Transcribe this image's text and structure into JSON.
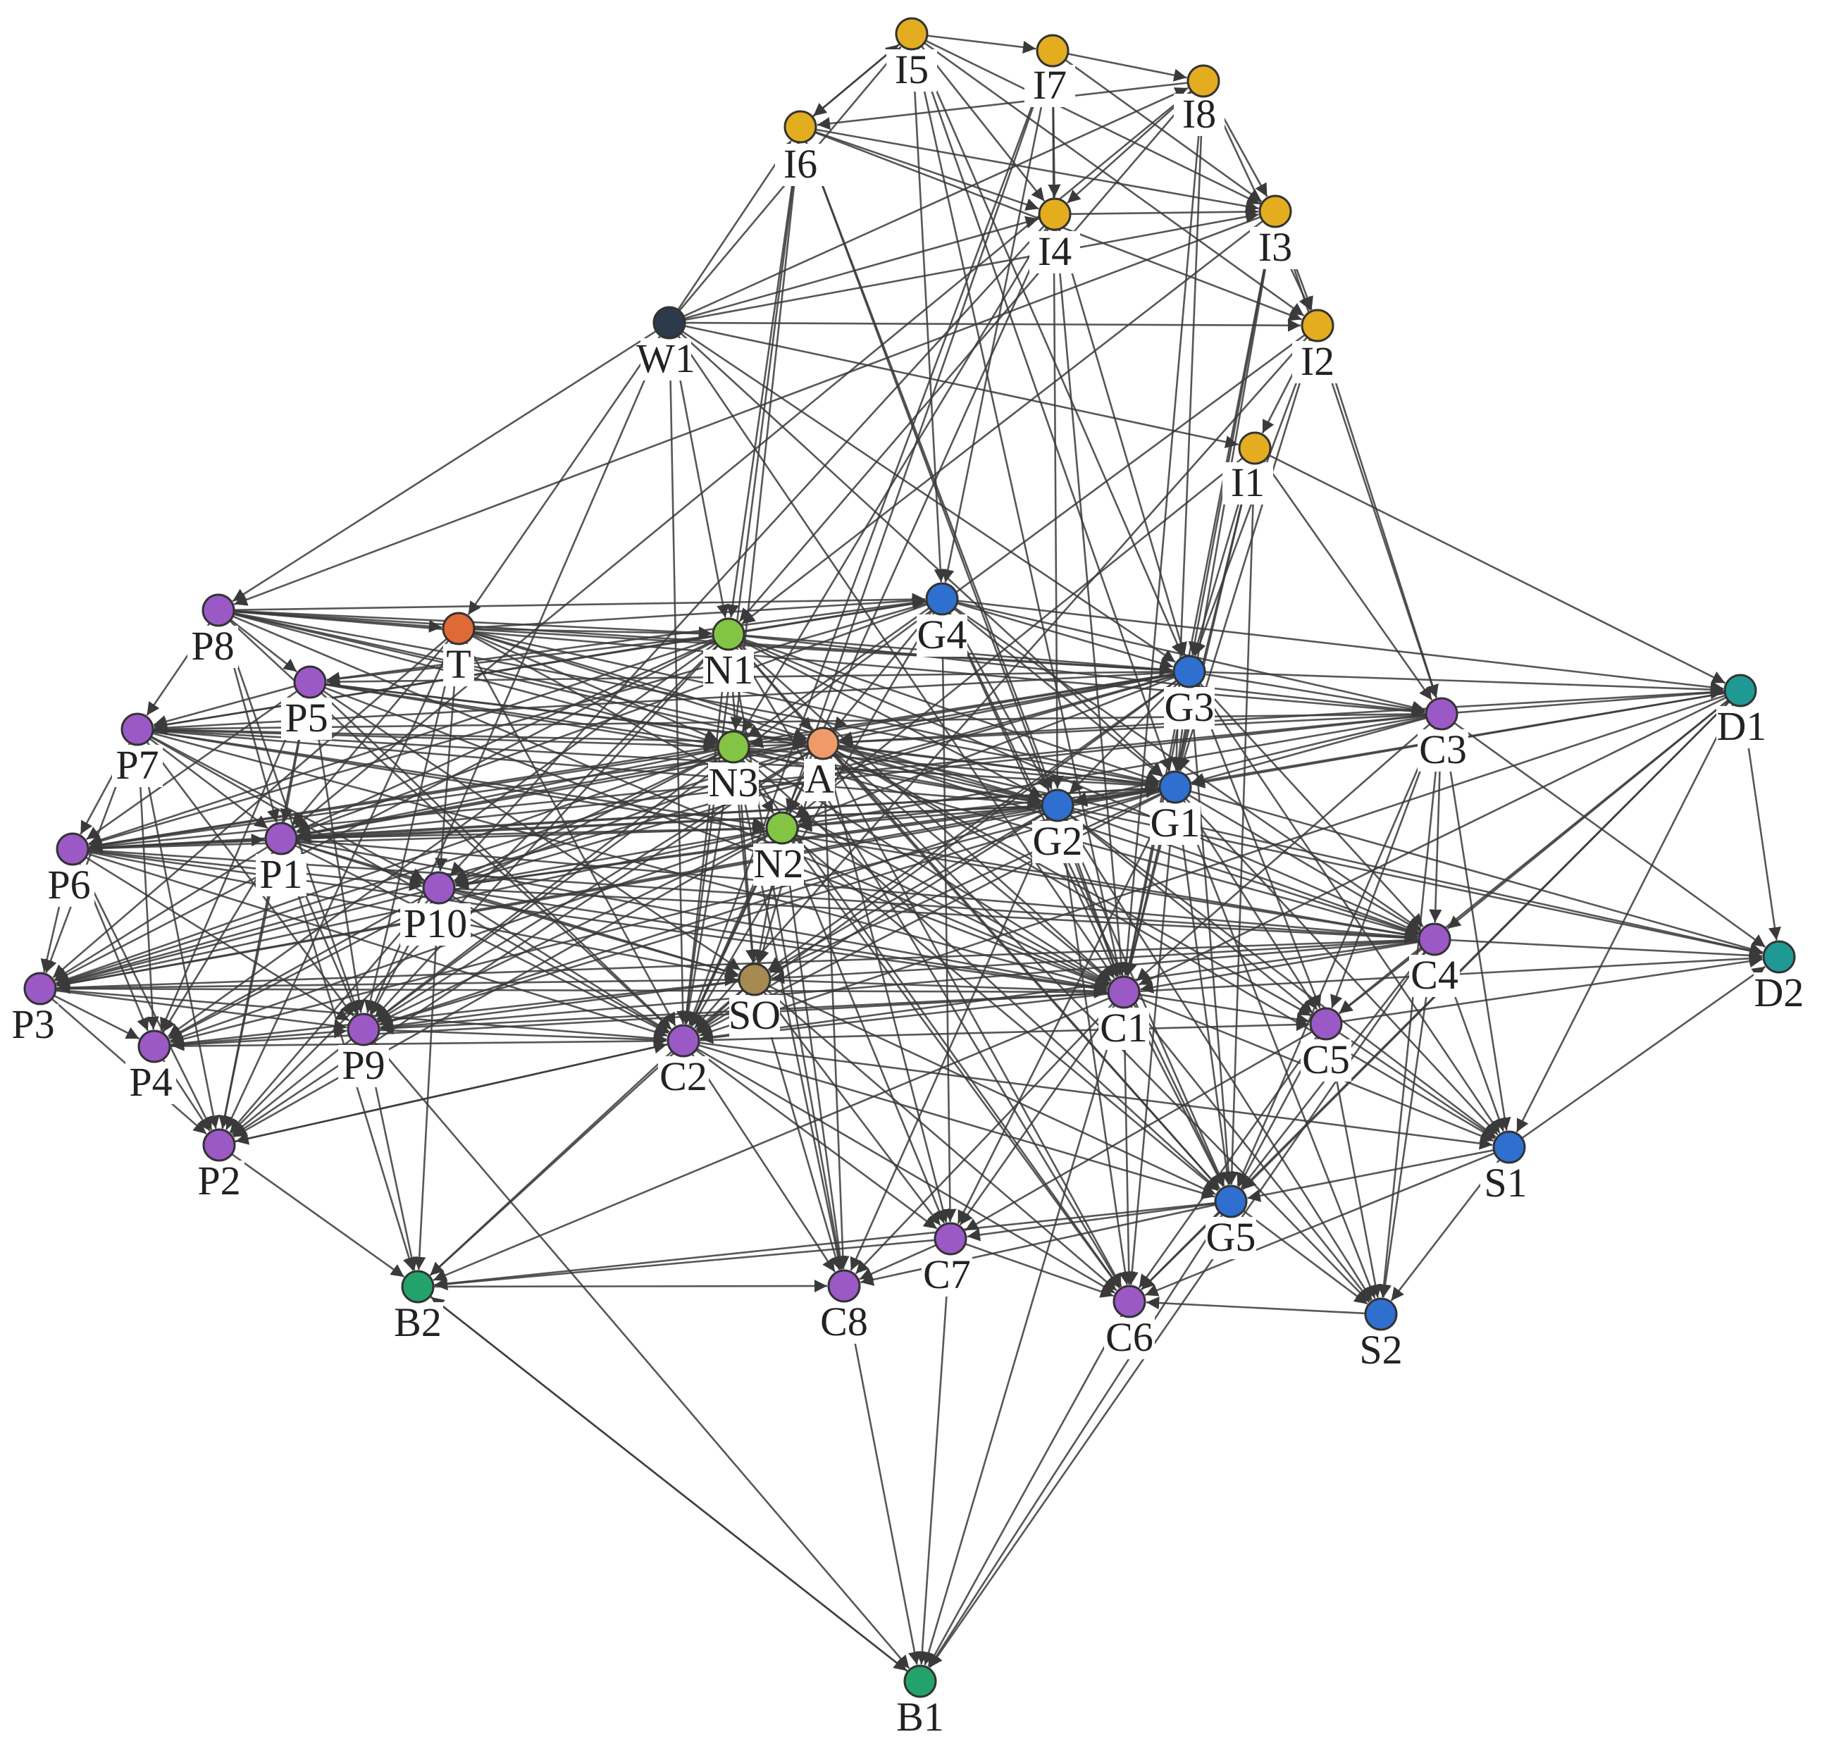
{
  "colors": {
    "edge": "#3a3a3a",
    "industry": "#e3ad1f",
    "government": "#2f6fcf",
    "npo": "#84c444",
    "community": "#9b59c6",
    "public": "#9b59c6",
    "donor": "#1f9994",
    "bank": "#23a36b",
    "academia": "#f09a6a",
    "think_tank": "#e06a36",
    "social_org": "#a68a52",
    "world": "#2d3a4a"
  },
  "nodes": [
    {
      "id": "I5",
      "label": "I5",
      "color": "#e3ad1f"
    },
    {
      "id": "I7",
      "label": "I7",
      "color": "#e3ad1f"
    },
    {
      "id": "I8",
      "label": "I8",
      "color": "#e3ad1f"
    },
    {
      "id": "I6",
      "label": "I6",
      "color": "#e3ad1f"
    },
    {
      "id": "I4",
      "label": "I4",
      "color": "#e3ad1f"
    },
    {
      "id": "I3",
      "label": "I3",
      "color": "#e3ad1f"
    },
    {
      "id": "I2",
      "label": "I2",
      "color": "#e3ad1f"
    },
    {
      "id": "I1",
      "label": "I1",
      "color": "#e3ad1f"
    },
    {
      "id": "W1",
      "label": "W1",
      "color": "#2d3a4a"
    },
    {
      "id": "P8",
      "label": "P8",
      "color": "#9b59c6"
    },
    {
      "id": "T",
      "label": "T",
      "color": "#e06a36"
    },
    {
      "id": "N1",
      "label": "N1",
      "color": "#84c444"
    },
    {
      "id": "G4",
      "label": "G4",
      "color": "#2f6fcf"
    },
    {
      "id": "G3",
      "label": "G3",
      "color": "#2f6fcf"
    },
    {
      "id": "C3",
      "label": "C3",
      "color": "#9b59c6"
    },
    {
      "id": "D1",
      "label": "D1",
      "color": "#1f9994"
    },
    {
      "id": "P5",
      "label": "P5",
      "color": "#9b59c6"
    },
    {
      "id": "P7",
      "label": "P7",
      "color": "#9b59c6"
    },
    {
      "id": "N3",
      "label": "N3",
      "color": "#84c444"
    },
    {
      "id": "A",
      "label": "A",
      "color": "#f09a6a"
    },
    {
      "id": "G2",
      "label": "G2",
      "color": "#2f6fcf"
    },
    {
      "id": "G1",
      "label": "G1",
      "color": "#2f6fcf"
    },
    {
      "id": "P6",
      "label": "P6",
      "color": "#9b59c6"
    },
    {
      "id": "P1",
      "label": "P1",
      "color": "#9b59c6"
    },
    {
      "id": "N2",
      "label": "N2",
      "color": "#84c444"
    },
    {
      "id": "P10",
      "label": "P10",
      "color": "#9b59c6"
    },
    {
      "id": "C4",
      "label": "C4",
      "color": "#9b59c6"
    },
    {
      "id": "D2",
      "label": "D2",
      "color": "#1f9994"
    },
    {
      "id": "P3",
      "label": "P3",
      "color": "#9b59c6"
    },
    {
      "id": "SO",
      "label": "SO",
      "color": "#a68a52"
    },
    {
      "id": "C1",
      "label": "C1",
      "color": "#9b59c6"
    },
    {
      "id": "P4",
      "label": "P4",
      "color": "#9b59c6"
    },
    {
      "id": "P9",
      "label": "P9",
      "color": "#9b59c6"
    },
    {
      "id": "C2",
      "label": "C2",
      "color": "#9b59c6"
    },
    {
      "id": "C5",
      "label": "C5",
      "color": "#9b59c6"
    },
    {
      "id": "P2",
      "label": "P2",
      "color": "#9b59c6"
    },
    {
      "id": "S1",
      "label": "S1",
      "color": "#2f6fcf"
    },
    {
      "id": "G5",
      "label": "G5",
      "color": "#2f6fcf"
    },
    {
      "id": "C7",
      "label": "C7",
      "color": "#9b59c6"
    },
    {
      "id": "B2",
      "label": "B2",
      "color": "#23a36b"
    },
    {
      "id": "C8",
      "label": "C8",
      "color": "#9b59c6"
    },
    {
      "id": "C6",
      "label": "C6",
      "color": "#9b59c6"
    },
    {
      "id": "S2",
      "label": "S2",
      "color": "#2f6fcf"
    },
    {
      "id": "B1",
      "label": "B1",
      "color": "#23a36b"
    }
  ],
  "edges": [
    [
      "I5",
      "I7"
    ],
    [
      "I7",
      "I8"
    ],
    [
      "I5",
      "I6"
    ],
    [
      "I6",
      "I5"
    ],
    [
      "I8",
      "I3"
    ],
    [
      "I7",
      "I4"
    ],
    [
      "I4",
      "I3"
    ],
    [
      "I3",
      "I2"
    ],
    [
      "I2",
      "I1"
    ],
    [
      "I6",
      "I4"
    ],
    [
      "I6",
      "I3"
    ],
    [
      "I5",
      "I4"
    ],
    [
      "I7",
      "I3"
    ],
    [
      "I8",
      "I4"
    ],
    [
      "I6",
      "I2"
    ],
    [
      "I5",
      "I2"
    ],
    [
      "I8",
      "I2"
    ],
    [
      "I8",
      "I6"
    ],
    [
      "I5",
      "I3"
    ],
    [
      "W1",
      "I2"
    ],
    [
      "W1",
      "I3"
    ],
    [
      "W1",
      "I1"
    ],
    [
      "W1",
      "I5"
    ],
    [
      "W1",
      "I6"
    ],
    [
      "W1",
      "I4"
    ],
    [
      "W1",
      "I8"
    ],
    [
      "W1",
      "P8"
    ],
    [
      "W1",
      "T"
    ],
    [
      "W1",
      "N1"
    ],
    [
      "W1",
      "P9"
    ],
    [
      "W1",
      "G3"
    ],
    [
      "W1",
      "C1"
    ],
    [
      "W1",
      "G1"
    ],
    [
      "W1",
      "C2"
    ],
    [
      "I6",
      "N1"
    ],
    [
      "I6",
      "N3"
    ],
    [
      "I6",
      "C2"
    ],
    [
      "I6",
      "G2"
    ],
    [
      "I6",
      "C1"
    ],
    [
      "I5",
      "G4"
    ],
    [
      "I5",
      "G3"
    ],
    [
      "I5",
      "G1"
    ],
    [
      "I5",
      "C1"
    ],
    [
      "I7",
      "G4"
    ],
    [
      "I7",
      "G2"
    ],
    [
      "I7",
      "C2"
    ],
    [
      "I7",
      "N2"
    ],
    [
      "I8",
      "G1"
    ],
    [
      "I8",
      "C1"
    ],
    [
      "I8",
      "N1"
    ],
    [
      "I8",
      "P1"
    ],
    [
      "I4",
      "G3"
    ],
    [
      "I4",
      "C1"
    ],
    [
      "I4",
      "N3"
    ],
    [
      "I4",
      "P10"
    ],
    [
      "I4",
      "C2"
    ],
    [
      "I3",
      "G3"
    ],
    [
      "I3",
      "G1"
    ],
    [
      "I3",
      "C1"
    ],
    [
      "I3",
      "N1"
    ],
    [
      "I3",
      "P8"
    ],
    [
      "I3",
      "C3"
    ],
    [
      "I2",
      "G3"
    ],
    [
      "I2",
      "G1"
    ],
    [
      "I2",
      "C3"
    ],
    [
      "I2",
      "C2"
    ],
    [
      "I2",
      "P9"
    ],
    [
      "I1",
      "G3"
    ],
    [
      "I1",
      "G1"
    ],
    [
      "I1",
      "G5"
    ],
    [
      "I1",
      "C3"
    ],
    [
      "I1",
      "D1"
    ],
    [
      "I1",
      "N2"
    ],
    [
      "I1",
      "C1"
    ],
    [
      "P8",
      "T"
    ],
    [
      "P8",
      "N1"
    ],
    [
      "P8",
      "G4"
    ],
    [
      "P8",
      "G3"
    ],
    [
      "P8",
      "A"
    ],
    [
      "P8",
      "N3"
    ],
    [
      "P8",
      "G2"
    ],
    [
      "P8",
      "G1"
    ],
    [
      "P8",
      "C3"
    ],
    [
      "P8",
      "C1"
    ],
    [
      "P8",
      "C2"
    ],
    [
      "P8",
      "P5"
    ],
    [
      "P8",
      "P7"
    ],
    [
      "P8",
      "P1"
    ],
    [
      "P8",
      "P9"
    ],
    [
      "T",
      "N1"
    ],
    [
      "T",
      "G4"
    ],
    [
      "T",
      "G3"
    ],
    [
      "T",
      "N3"
    ],
    [
      "T",
      "A"
    ],
    [
      "T",
      "G2"
    ],
    [
      "T",
      "G1"
    ],
    [
      "T",
      "P1"
    ],
    [
      "T",
      "P10"
    ],
    [
      "T",
      "C2"
    ],
    [
      "T",
      "C1"
    ],
    [
      "T",
      "P9"
    ],
    [
      "T",
      "P2"
    ],
    [
      "T",
      "P3"
    ],
    [
      "N1",
      "G4"
    ],
    [
      "N1",
      "G3"
    ],
    [
      "N1",
      "A"
    ],
    [
      "N1",
      "G2"
    ],
    [
      "N1",
      "G1"
    ],
    [
      "N1",
      "C3"
    ],
    [
      "N1",
      "C4"
    ],
    [
      "N1",
      "C1"
    ],
    [
      "N1",
      "C2"
    ],
    [
      "N1",
      "SO"
    ],
    [
      "N1",
      "P5"
    ],
    [
      "N1",
      "P7"
    ],
    [
      "N1",
      "P6"
    ],
    [
      "N1",
      "P1"
    ],
    [
      "N1",
      "P3"
    ],
    [
      "N1",
      "P4"
    ],
    [
      "N1",
      "P9"
    ],
    [
      "N1",
      "P2"
    ],
    [
      "N1",
      "G5"
    ],
    [
      "N1",
      "C6"
    ],
    [
      "N1",
      "C8"
    ],
    [
      "G4",
      "G3"
    ],
    [
      "G4",
      "G2"
    ],
    [
      "G4",
      "G1"
    ],
    [
      "G4",
      "C3"
    ],
    [
      "G4",
      "D1"
    ],
    [
      "G4",
      "C1"
    ],
    [
      "G4",
      "C4"
    ],
    [
      "G4",
      "N3"
    ],
    [
      "G4",
      "A"
    ],
    [
      "G4",
      "P5"
    ],
    [
      "G4",
      "P7"
    ],
    [
      "G4",
      "P1"
    ],
    [
      "G4",
      "P6"
    ],
    [
      "G4",
      "C2"
    ],
    [
      "G4",
      "G5"
    ],
    [
      "G4",
      "C7"
    ],
    [
      "G3",
      "C3"
    ],
    [
      "G3",
      "D1"
    ],
    [
      "G3",
      "G1"
    ],
    [
      "G3",
      "G2"
    ],
    [
      "G3",
      "A"
    ],
    [
      "G3",
      "N3"
    ],
    [
      "G3",
      "N2"
    ],
    [
      "G3",
      "P7"
    ],
    [
      "G3",
      "P5"
    ],
    [
      "G3",
      "P6"
    ],
    [
      "G3",
      "P1"
    ],
    [
      "G3",
      "C1"
    ],
    [
      "G3",
      "C4"
    ],
    [
      "G3",
      "G5"
    ],
    [
      "G3",
      "S1"
    ],
    [
      "G3",
      "C5"
    ],
    [
      "G3",
      "P10"
    ],
    [
      "G3",
      "SO"
    ],
    [
      "G3",
      "C2"
    ],
    [
      "G3",
      "P3"
    ],
    [
      "C3",
      "D1"
    ],
    [
      "C3",
      "D2"
    ],
    [
      "C3",
      "G1"
    ],
    [
      "C3",
      "G2"
    ],
    [
      "C3",
      "C4"
    ],
    [
      "C3",
      "S1"
    ],
    [
      "C3",
      "S2"
    ],
    [
      "C3",
      "C1"
    ],
    [
      "C3",
      "G5"
    ],
    [
      "C3",
      "P7"
    ],
    [
      "C3",
      "P6"
    ],
    [
      "C3",
      "A"
    ],
    [
      "C3",
      "N2"
    ],
    [
      "C3",
      "P1"
    ],
    [
      "C3",
      "C5"
    ],
    [
      "D1",
      "D2"
    ],
    [
      "D1",
      "G1"
    ],
    [
      "D1",
      "G2"
    ],
    [
      "D1",
      "C1"
    ],
    [
      "D1",
      "C4"
    ],
    [
      "D1",
      "S1"
    ],
    [
      "D1",
      "C2"
    ],
    [
      "D1",
      "G5"
    ],
    [
      "D1",
      "C5"
    ],
    [
      "D1",
      "A"
    ],
    [
      "D1",
      "C6"
    ],
    [
      "P5",
      "P7"
    ],
    [
      "P5",
      "P1"
    ],
    [
      "P5",
      "N3"
    ],
    [
      "P5",
      "A"
    ],
    [
      "P5",
      "G2"
    ],
    [
      "P5",
      "G1"
    ],
    [
      "P5",
      "C1"
    ],
    [
      "P5",
      "P9"
    ],
    [
      "P5",
      "P2"
    ],
    [
      "P5",
      "P4"
    ],
    [
      "P5",
      "SO"
    ],
    [
      "P5",
      "C2"
    ],
    [
      "P5",
      "P6"
    ],
    [
      "P7",
      "P6"
    ],
    [
      "P7",
      "P1"
    ],
    [
      "P7",
      "N3"
    ],
    [
      "P7",
      "A"
    ],
    [
      "P7",
      "G1"
    ],
    [
      "P7",
      "G2"
    ],
    [
      "P7",
      "N2"
    ],
    [
      "P7",
      "P10"
    ],
    [
      "P7",
      "P9"
    ],
    [
      "P7",
      "P2"
    ],
    [
      "P7",
      "P3"
    ],
    [
      "P7",
      "C2"
    ],
    [
      "P7",
      "C4"
    ],
    [
      "P7",
      "C1"
    ],
    [
      "P7",
      "P4"
    ],
    [
      "N3",
      "A"
    ],
    [
      "N3",
      "G2"
    ],
    [
      "N3",
      "G1"
    ],
    [
      "N3",
      "N2"
    ],
    [
      "N3",
      "P1"
    ],
    [
      "N3",
      "P6"
    ],
    [
      "N3",
      "P10"
    ],
    [
      "N3",
      "C4"
    ],
    [
      "N3",
      "C1"
    ],
    [
      "N3",
      "C2"
    ],
    [
      "N3",
      "SO"
    ],
    [
      "N3",
      "P3"
    ],
    [
      "N3",
      "P9"
    ],
    [
      "N3",
      "P4"
    ],
    [
      "N3",
      "C8"
    ],
    [
      "N3",
      "G5"
    ],
    [
      "N3",
      "C6"
    ],
    [
      "A",
      "G2"
    ],
    [
      "A",
      "G1"
    ],
    [
      "A",
      "N2"
    ],
    [
      "A",
      "P1"
    ],
    [
      "A",
      "P6"
    ],
    [
      "A",
      "P10"
    ],
    [
      "A",
      "C4"
    ],
    [
      "A",
      "C1"
    ],
    [
      "A",
      "C2"
    ],
    [
      "A",
      "SO"
    ],
    [
      "A",
      "P3"
    ],
    [
      "A",
      "P9"
    ],
    [
      "A",
      "P2"
    ],
    [
      "A",
      "C8"
    ],
    [
      "A",
      "C7"
    ],
    [
      "A",
      "C6"
    ],
    [
      "A",
      "G5"
    ],
    [
      "A",
      "S1"
    ],
    [
      "A",
      "S2"
    ],
    [
      "A",
      "C5"
    ],
    [
      "A",
      "D2"
    ],
    [
      "G2",
      "G1"
    ],
    [
      "G2",
      "C4"
    ],
    [
      "G2",
      "C1"
    ],
    [
      "G2",
      "D2"
    ],
    [
      "G2",
      "P1"
    ],
    [
      "G2",
      "P6"
    ],
    [
      "G2",
      "P10"
    ],
    [
      "G2",
      "N2"
    ],
    [
      "G2",
      "C2"
    ],
    [
      "G2",
      "SO"
    ],
    [
      "G2",
      "C5"
    ],
    [
      "G2",
      "G5"
    ],
    [
      "G2",
      "S1"
    ],
    [
      "G2",
      "C6"
    ],
    [
      "G2",
      "C8"
    ],
    [
      "G2",
      "P9"
    ],
    [
      "G2",
      "P3"
    ],
    [
      "G2",
      "S2"
    ],
    [
      "G1",
      "C4"
    ],
    [
      "G1",
      "D2"
    ],
    [
      "G1",
      "C1"
    ],
    [
      "G1",
      "N2"
    ],
    [
      "G1",
      "P1"
    ],
    [
      "G1",
      "P6"
    ],
    [
      "G1",
      "P10"
    ],
    [
      "G1",
      "C2"
    ],
    [
      "G1",
      "SO"
    ],
    [
      "G1",
      "C5"
    ],
    [
      "G1",
      "G5"
    ],
    [
      "G1",
      "S1"
    ],
    [
      "G1",
      "S2"
    ],
    [
      "G1",
      "C6"
    ],
    [
      "G1",
      "C7"
    ],
    [
      "G1",
      "P9"
    ],
    [
      "G1",
      "P3"
    ],
    [
      "G1",
      "P4"
    ],
    [
      "P6",
      "P1"
    ],
    [
      "P6",
      "P3"
    ],
    [
      "P6",
      "P10"
    ],
    [
      "P6",
      "N2"
    ],
    [
      "P6",
      "C1"
    ],
    [
      "P6",
      "C2"
    ],
    [
      "P6",
      "P9"
    ],
    [
      "P6",
      "P4"
    ],
    [
      "P6",
      "P2"
    ],
    [
      "P6",
      "C4"
    ],
    [
      "P6",
      "SO"
    ],
    [
      "P1",
      "N2"
    ],
    [
      "P1",
      "P10"
    ],
    [
      "P1",
      "P3"
    ],
    [
      "P1",
      "P4"
    ],
    [
      "P1",
      "P9"
    ],
    [
      "P1",
      "P2"
    ],
    [
      "P1",
      "C2"
    ],
    [
      "P1",
      "SO"
    ],
    [
      "P1",
      "C1"
    ],
    [
      "P1",
      "C4"
    ],
    [
      "P1",
      "B2"
    ],
    [
      "N2",
      "P10"
    ],
    [
      "N2",
      "C4"
    ],
    [
      "N2",
      "C1"
    ],
    [
      "N2",
      "SO"
    ],
    [
      "N2",
      "C2"
    ],
    [
      "N2",
      "P9"
    ],
    [
      "N2",
      "P3"
    ],
    [
      "N2",
      "C8"
    ],
    [
      "N2",
      "C7"
    ],
    [
      "N2",
      "C6"
    ],
    [
      "N2",
      "G5"
    ],
    [
      "N2",
      "P4"
    ],
    [
      "N2",
      "P2"
    ],
    [
      "P10",
      "P3"
    ],
    [
      "P10",
      "P4"
    ],
    [
      "P10",
      "P9"
    ],
    [
      "P10",
      "P2"
    ],
    [
      "P10",
      "C2"
    ],
    [
      "P10",
      "SO"
    ],
    [
      "P10",
      "C1"
    ],
    [
      "P10",
      "C4"
    ],
    [
      "P10",
      "B2"
    ],
    [
      "C4",
      "D2"
    ],
    [
      "C4",
      "C1"
    ],
    [
      "C4",
      "S1"
    ],
    [
      "C4",
      "S2"
    ],
    [
      "C4",
      "C5"
    ],
    [
      "C4",
      "G5"
    ],
    [
      "C4",
      "SO"
    ],
    [
      "C4",
      "C2"
    ],
    [
      "C4",
      "P3"
    ],
    [
      "C4",
      "P9"
    ],
    [
      "P3",
      "P4"
    ],
    [
      "P3",
      "P9"
    ],
    [
      "P3",
      "P2"
    ],
    [
      "P3",
      "C2"
    ],
    [
      "P3",
      "SO"
    ],
    [
      "P3",
      "C1"
    ],
    [
      "SO",
      "C1"
    ],
    [
      "SO",
      "C2"
    ],
    [
      "SO",
      "C8"
    ],
    [
      "SO",
      "C7"
    ],
    [
      "SO",
      "C6"
    ],
    [
      "SO",
      "G5"
    ],
    [
      "SO",
      "P9"
    ],
    [
      "SO",
      "P4"
    ],
    [
      "SO",
      "B2"
    ],
    [
      "C1",
      "C2"
    ],
    [
      "C1",
      "C5"
    ],
    [
      "C1",
      "G5"
    ],
    [
      "C1",
      "S1"
    ],
    [
      "C1",
      "S2"
    ],
    [
      "C1",
      "C6"
    ],
    [
      "C1",
      "C7"
    ],
    [
      "C1",
      "C8"
    ],
    [
      "C1",
      "D2"
    ],
    [
      "C1",
      "P9"
    ],
    [
      "C1",
      "B2"
    ],
    [
      "C1",
      "B1"
    ],
    [
      "C1",
      "P4"
    ],
    [
      "P4",
      "P9"
    ],
    [
      "P4",
      "P2"
    ],
    [
      "P4",
      "C2"
    ],
    [
      "P9",
      "P2"
    ],
    [
      "P9",
      "C2"
    ],
    [
      "P9",
      "B2"
    ],
    [
      "P9",
      "B1"
    ],
    [
      "C2",
      "B2"
    ],
    [
      "C2",
      "C8"
    ],
    [
      "C2",
      "C7"
    ],
    [
      "C2",
      "C6"
    ],
    [
      "C2",
      "G5"
    ],
    [
      "C2",
      "P2"
    ],
    [
      "C2",
      "S1"
    ],
    [
      "C2",
      "C5"
    ],
    [
      "C5",
      "S1"
    ],
    [
      "C5",
      "S2"
    ],
    [
      "C5",
      "G5"
    ],
    [
      "C5",
      "C6"
    ],
    [
      "C5",
      "C7"
    ],
    [
      "C5",
      "D2"
    ],
    [
      "P2",
      "B2"
    ],
    [
      "P2",
      "C2"
    ],
    [
      "S1",
      "S2"
    ],
    [
      "S1",
      "G5"
    ],
    [
      "S1",
      "D2"
    ],
    [
      "S1",
      "C6"
    ],
    [
      "G5",
      "S2"
    ],
    [
      "G5",
      "C6"
    ],
    [
      "G5",
      "C7"
    ],
    [
      "G5",
      "C8"
    ],
    [
      "G5",
      "B2"
    ],
    [
      "G5",
      "B1"
    ],
    [
      "C7",
      "C8"
    ],
    [
      "C7",
      "B2"
    ],
    [
      "C7",
      "C6"
    ],
    [
      "C7",
      "B1"
    ],
    [
      "B2",
      "B1"
    ],
    [
      "B2",
      "C8"
    ],
    [
      "C8",
      "B1"
    ],
    [
      "C6",
      "B1"
    ],
    [
      "B1",
      "B2"
    ],
    [
      "S2",
      "C6"
    ],
    [
      "C4",
      "B1"
    ]
  ]
}
